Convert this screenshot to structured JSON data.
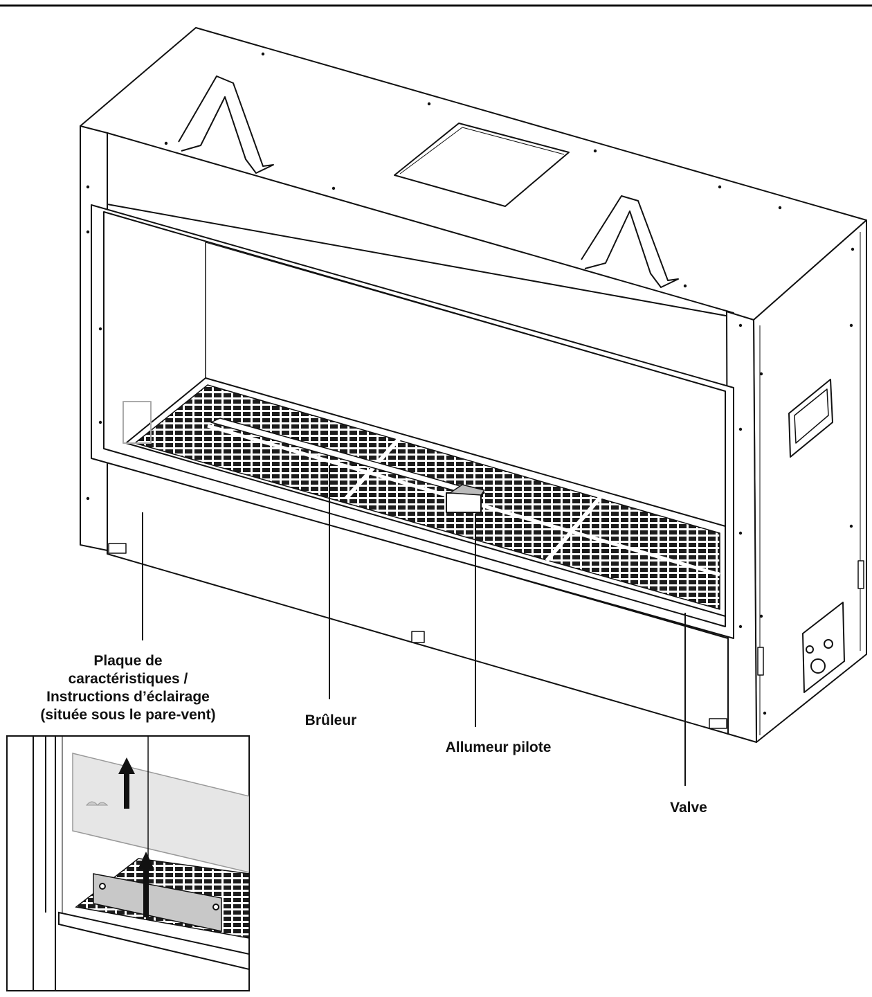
{
  "labels": {
    "plaque": [
      "Plaque de",
      "caractéristiques /",
      "Instructions d’éclairage",
      "(située sous le pare-vent)"
    ],
    "bruleur": "Brûleur",
    "allumeur": "Allumeur pilote",
    "valve": "Valve"
  },
  "colors": {
    "line": "#111111",
    "glass": "#e6e6e6",
    "grate": "#1c1c1c",
    "plate": "#c8c8c8"
  }
}
